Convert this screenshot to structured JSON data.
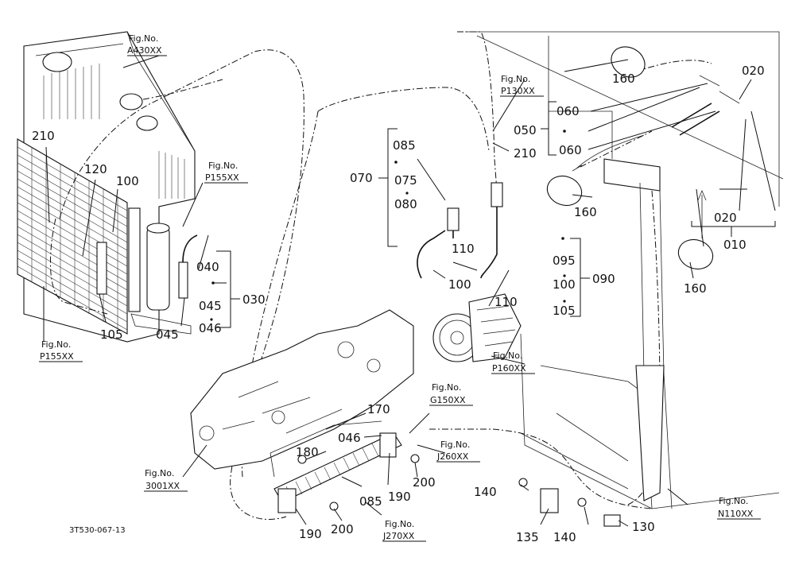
{
  "diagram_code": "3T530-067-13",
  "fig_refs": {
    "a430": {
      "label": "Fig.No.",
      "code": "A430XX"
    },
    "p155_top": {
      "label": "Fig.No.",
      "code": "P155XX"
    },
    "p155_left": {
      "label": "Fig.No.",
      "code": "P155XX"
    },
    "p130": {
      "label": "Fig.No.",
      "code": "P130XX"
    },
    "p160": {
      "label": "Fig.No.",
      "code": "P160XX"
    },
    "g150": {
      "label": "Fig.No.",
      "code": "G150XX"
    },
    "j260": {
      "label": "Fig.No.",
      "code": "J260XX"
    },
    "j270": {
      "label": "Fig.No.",
      "code": "J270XX"
    },
    "s3001": {
      "label": "Fig.No.",
      "code": "3001XX"
    },
    "n110": {
      "label": "Fig.No.",
      "code": "N110XX"
    }
  },
  "parts": {
    "p210_left": "210",
    "p120": "120",
    "p100_left": "100",
    "p105_left": "105",
    "p040": "040",
    "p045_a": "045",
    "p045_b": "045",
    "p046_a": "046",
    "p030": "030",
    "p085_top": "085",
    "p075": "075",
    "p080": "080",
    "p070": "070",
    "p210_mid": "210",
    "p110_a": "110",
    "p110_b": "110",
    "p100_mid": "100",
    "p095": "095",
    "p100_r": "100",
    "p105_r": "105",
    "p090": "090",
    "p160_a": "160",
    "p160_b": "160",
    "p160_c": "160",
    "p020_a": "020",
    "p020_b": "020",
    "p060_a": "060",
    "p060_b": "060",
    "p050": "050",
    "p010": "010",
    "p170": "170",
    "p046_b": "046",
    "p180": "180",
    "p085_b": "085",
    "p190_a": "190",
    "p190_b": "190",
    "p200_a": "200",
    "p200_b": "200",
    "p140_a": "140",
    "p140_b": "140",
    "p135": "135",
    "p130": "130"
  }
}
